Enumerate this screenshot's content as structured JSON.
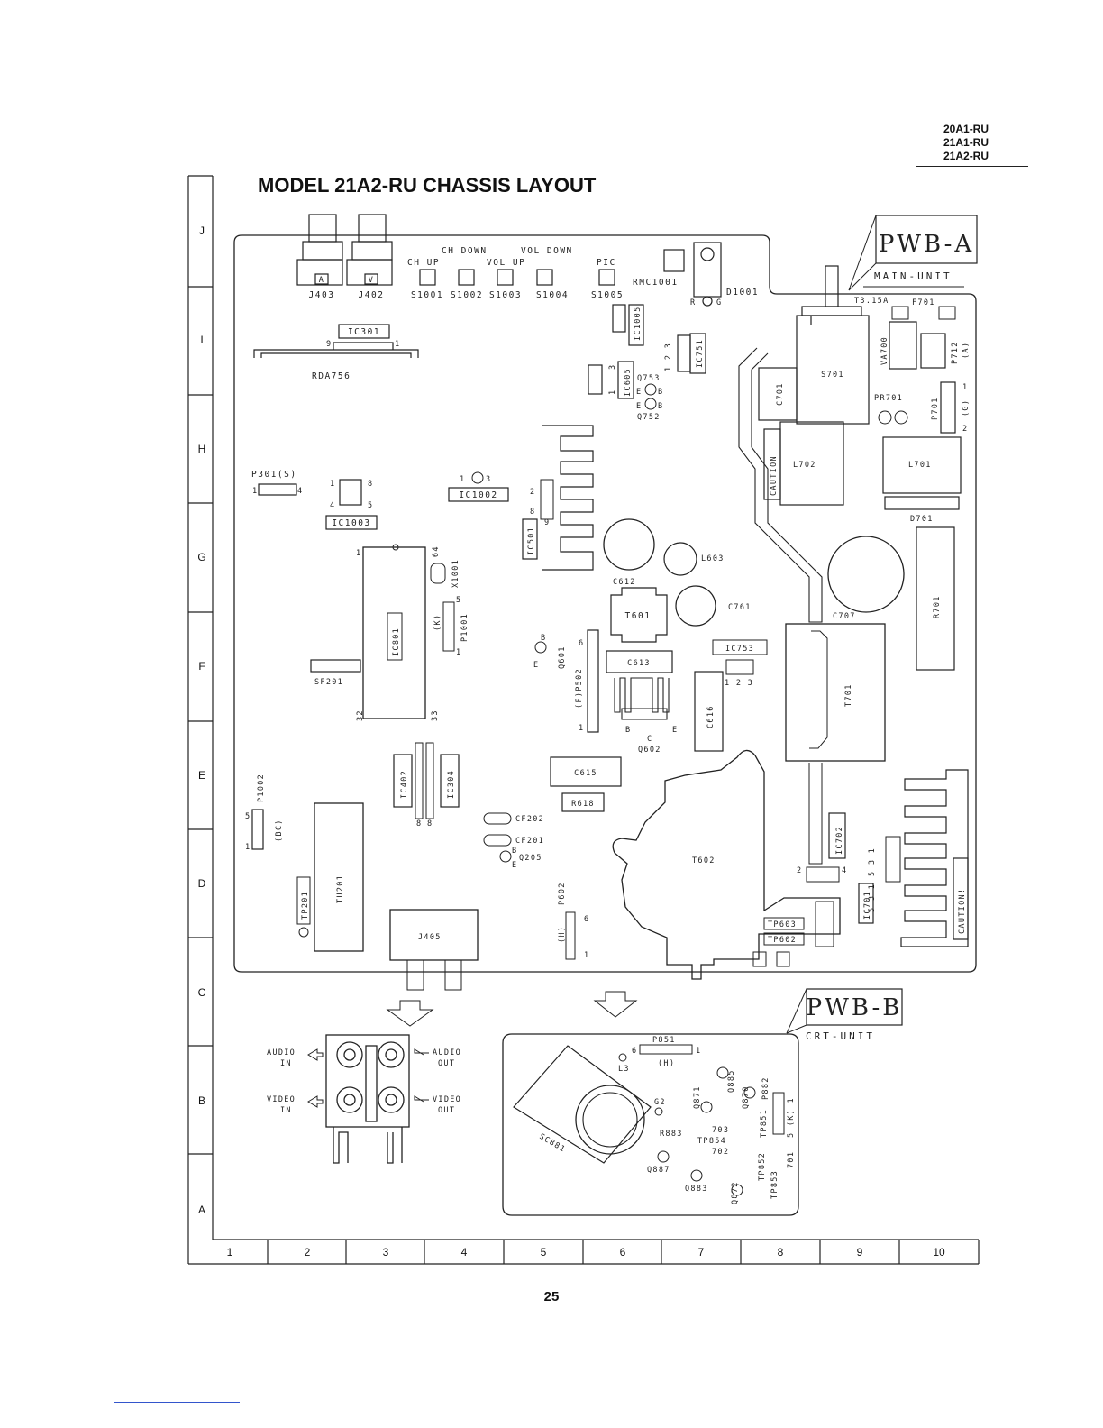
{
  "header": {
    "models": [
      "20A1-RU",
      "21A1-RU",
      "21A2-RU"
    ],
    "title": "MODEL 21A2-RU CHASSIS LAYOUT"
  },
  "grid": {
    "rows": [
      "J",
      "I",
      "H",
      "G",
      "F",
      "E",
      "D",
      "C",
      "B",
      "A"
    ],
    "columns": [
      "1",
      "2",
      "3",
      "4",
      "5",
      "6",
      "7",
      "8",
      "9",
      "10"
    ]
  },
  "pwb_a": {
    "label": "PWB-A",
    "unit": "MAIN-UNIT"
  },
  "pwb_b": {
    "label": "PWB-B",
    "unit": "CRT-UNIT"
  },
  "labels_a": {
    "j403": "J403",
    "j402": "J402",
    "jack_a": "A",
    "jack_v": "V",
    "ch_down": "CH DOWN",
    "vol_down": "VOL DOWN",
    "ch_up": "CH UP",
    "vol_up": "VOL UP",
    "pic": "PIC",
    "s1001": "S1001",
    "s1002": "S1002",
    "s1003": "S1003",
    "s1004": "S1004",
    "s1005": "S1005",
    "rmc1001": "RMC1001",
    "d1001": "D1001",
    "r": "R",
    "g": "G",
    "ic301": "IC301",
    "ic301_9": "9",
    "ic301_1": "1",
    "rda756": "RDA756",
    "ic1005": "IC1005",
    "ic751": "IC751",
    "ic751_pins": "1 2 3",
    "ic605": "IC605",
    "ic605_3": "3",
    "ic605_1": "1",
    "q753": "Q753",
    "q752": "Q752",
    "e": "E",
    "b": "B",
    "c": "C",
    "t315a": "T3.15A",
    "f701": "F701",
    "s701": "S701",
    "va700": "VA700",
    "p712": "P712",
    "p712_a": "(A)",
    "c701": "C701",
    "pr701": "PR701",
    "p701": "P701",
    "p701_g": "(G)",
    "pin1": "1",
    "pin2": "2",
    "caution_a": "CAUTION!",
    "l702": "L702",
    "l701": "L701",
    "d701": "D701",
    "r701": "R701",
    "p301": "P301(S)",
    "p301_1": "1",
    "p301_4": "4",
    "ic1003": "IC1003",
    "ic1003_1": "1",
    "ic1003_8": "8",
    "ic1003_4": "4",
    "ic1003_5": "5",
    "ic1002": "IC1002",
    "ic1002_1": "1",
    "ic1002_3": "3",
    "ic501": "IC501",
    "ic501_2": "2",
    "ic501_8": "8",
    "ic501_9": "9",
    "c612": "C612",
    "l603": "L603",
    "t601": "T601",
    "c761": "C761",
    "c707": "C707",
    "ic801": "IC801",
    "ic801_1": "1",
    "ic801_64": "64",
    "ic801_32": "32",
    "ic801_33": "33",
    "x1001": "X1001",
    "p1001": "P1001",
    "p1001_k": "(K)",
    "p1001_5": "5",
    "p1001_1": "1",
    "q601": "Q601",
    "p502": "(F)P502",
    "p502_6": "6",
    "p502_1": "1",
    "c613": "C613",
    "ic753": "IC753",
    "ic753_pins": "1 2 3",
    "c616": "C616",
    "q602": "Q602",
    "t701": "T701",
    "sf201": "SF201",
    "ic402": "IC402",
    "ic304": "IC304",
    "ic_8a": "8",
    "ic_8b": "8",
    "c615": "C615",
    "r618": "R618",
    "p1002": "P1002",
    "p1002_bc": "(BC)",
    "p1002_5": "5",
    "p1002_1": "1",
    "cf202": "CF202",
    "cf201": "CF201",
    "q205": "Q205",
    "t602": "T602",
    "ic702": "IC702",
    "ic702_pins": "5 3 1",
    "ic702_2": "2",
    "ic702_4": "4",
    "ic701": "IC701",
    "ic701_pins": "5 3 1",
    "tp201": "TP201",
    "tu201": "TU201",
    "j405": "J405",
    "p602": "P602",
    "p602_h": "(H)",
    "p602_6": "6",
    "p602_1": "1",
    "tp603": "TP603",
    "tp602": "TP602",
    "caution_b": "CAUTION!"
  },
  "labels_b": {
    "audio_in": "AUDIO IN",
    "audio_out": "AUDIO OUT",
    "video_in": "VIDEO IN",
    "video_out": "VIDEO OUT",
    "audio_in_1": "AUDIO",
    "audio_in_2": "IN",
    "audio_out_1": "AUDIO",
    "audio_out_2": "OUT",
    "video_in_1": "VIDEO",
    "video_in_2": "IN",
    "video_out_1": "VIDEO",
    "video_out_2": "OUT",
    "p851": "P851",
    "p851_6": "6",
    "p851_1": "1",
    "p851_h": "(H)",
    "l3": "L3",
    "q885": "Q885",
    "q870": "Q870",
    "p882": "P882",
    "q871": "Q871",
    "g2": "G2",
    "sc881": "SC881",
    "r883": "R883",
    "tp854": "TP854",
    "n703": "703",
    "n702": "702",
    "n701": "701",
    "tp851": "TP851",
    "tp852": "TP852",
    "tp853": "TP853",
    "p5k": "5 (K) 1",
    "q887": "Q887",
    "q883": "Q883",
    "q872": "Q872"
  },
  "page_number": "25"
}
